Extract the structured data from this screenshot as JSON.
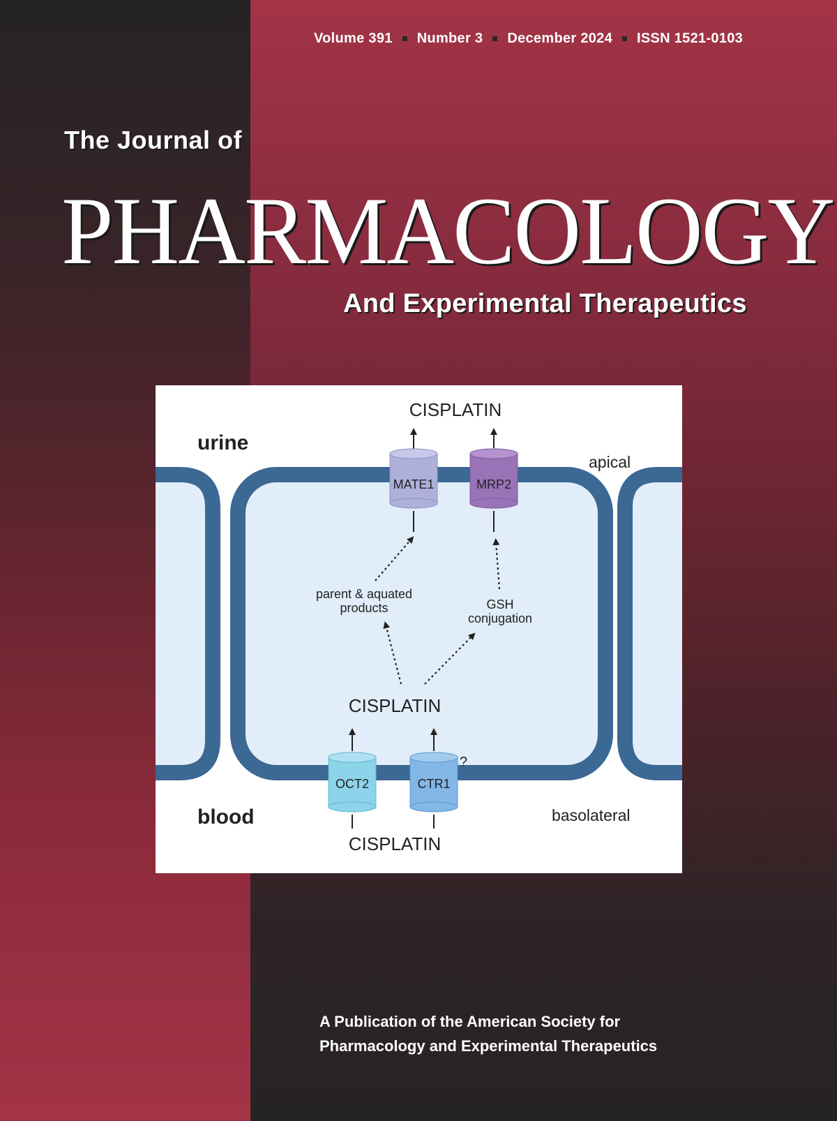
{
  "issue": {
    "volume": "Volume 391",
    "number": "Number 3",
    "date": "December 2024",
    "issn": "ISSN 1521-0103"
  },
  "masthead": {
    "journal_of": "The Journal of",
    "pharmacology": "PHARMACOLOGY",
    "subtitle": "And Experimental Therapeutics"
  },
  "figure": {
    "top_label": "CISPLATIN",
    "urine": "urine",
    "apical": "apical",
    "mate1": "MATE1",
    "mrp2": "MRP2",
    "parent_line1": "parent & aquated",
    "parent_line2": "products",
    "gsh_line1": "GSH",
    "gsh_line2": "conjugation",
    "mid_label": "CISPLATIN",
    "question": "?",
    "oct2": "OCT2",
    "ctr1": "CTR1",
    "blood": "blood",
    "basolateral": "basolateral",
    "bottom_label": "CISPLATIN",
    "colors": {
      "membrane": "#3c6894",
      "cytoplasm": "#e1edf8",
      "mate1": "#aeb0da",
      "mrp2": "#9a72b8",
      "oct2": "#8dd3ea",
      "ctr1": "#82b7e6"
    }
  },
  "publisher": {
    "line1": "A Publication of the American Society for",
    "line2": "Pharmacology and Experimental Therapeutics"
  }
}
